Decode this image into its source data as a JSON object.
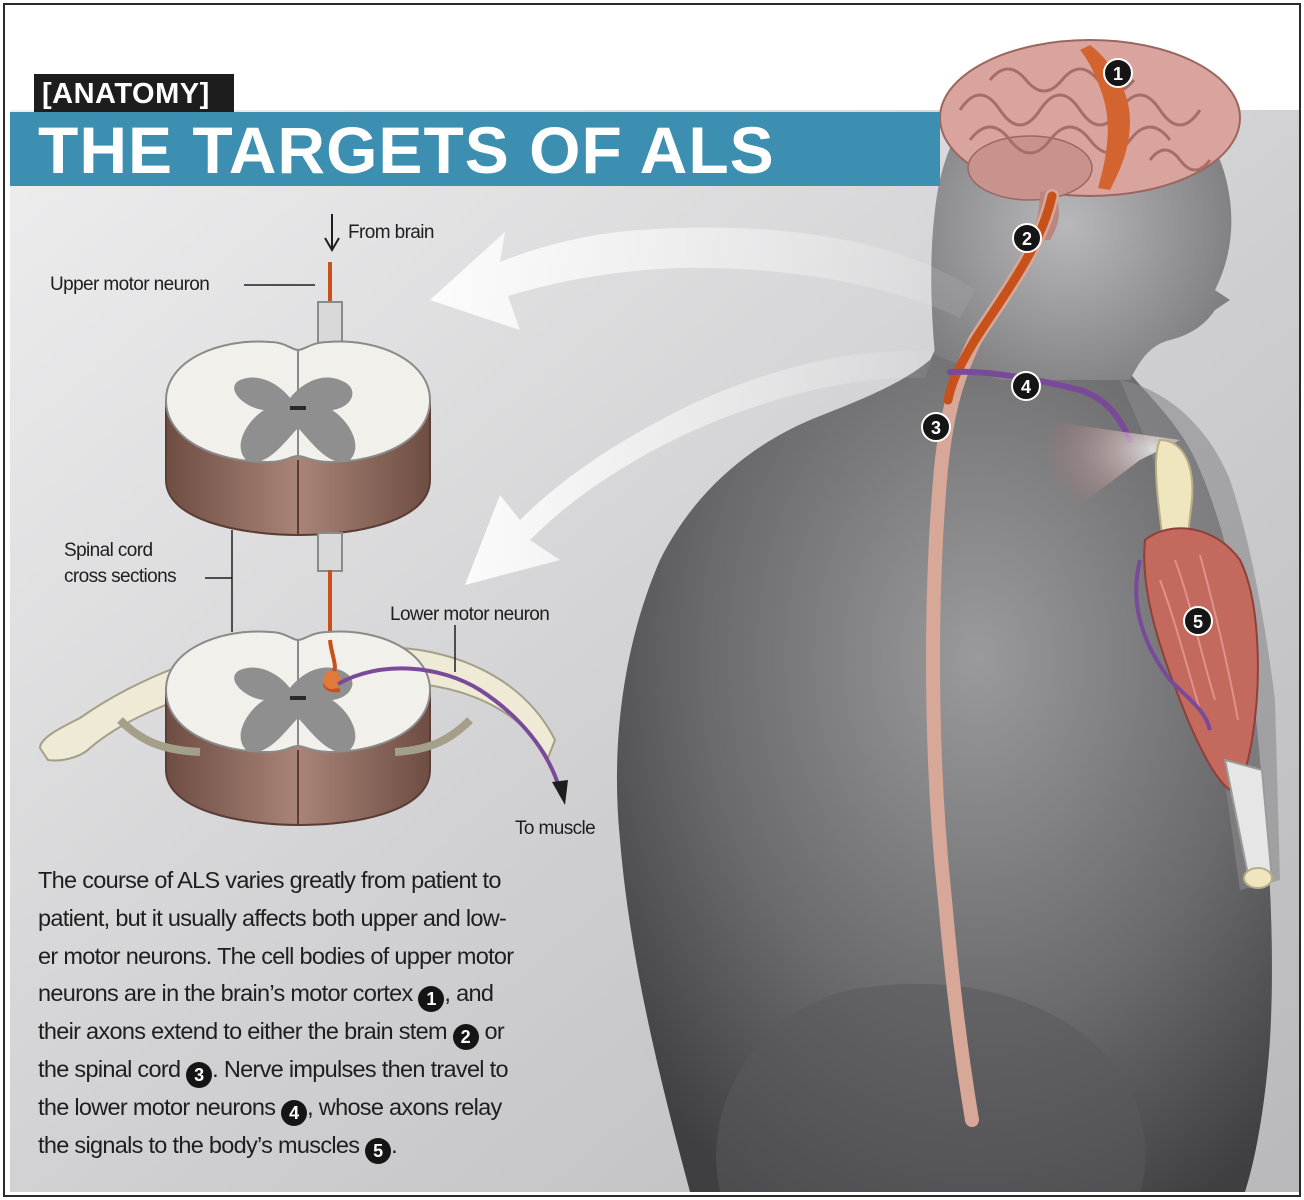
{
  "header": {
    "section_tag": "[ANATOMY]",
    "title": "THE TARGETS OF ALS"
  },
  "diagram": {
    "labels": {
      "from_brain": "From brain",
      "upper_motor_neuron": "Upper motor neuron",
      "spinal_cord_line1": "Spinal cord",
      "spinal_cord_line2": "cross sections",
      "lower_motor_neuron": "Lower motor neuron",
      "to_muscle": "To muscle"
    },
    "markers": [
      "1",
      "2",
      "3",
      "4",
      "5"
    ]
  },
  "body": {
    "lines": [
      "The course of ALS varies greatly from patient to",
      "patient, but it usually affects both upper and low-",
      "er motor neurons. The cell bodies of upper motor",
      "neurons are in the brain’s motor cortex ",
      ", and",
      "their axons extend to either the brain stem ",
      " or",
      "the spinal cord ",
      ". Nerve impulses then travel to",
      "the lower motor neurons ",
      ", whose axons relay",
      "the signals to the body’s muscles ",
      "."
    ]
  },
  "colors": {
    "title_bar": "#3c8fb0",
    "upper_neuron": "#c8501a",
    "lower_neuron": "#7a4a9a",
    "cord_tissue": "#8c6a5e",
    "gray_matter": "#8f8f8f"
  }
}
